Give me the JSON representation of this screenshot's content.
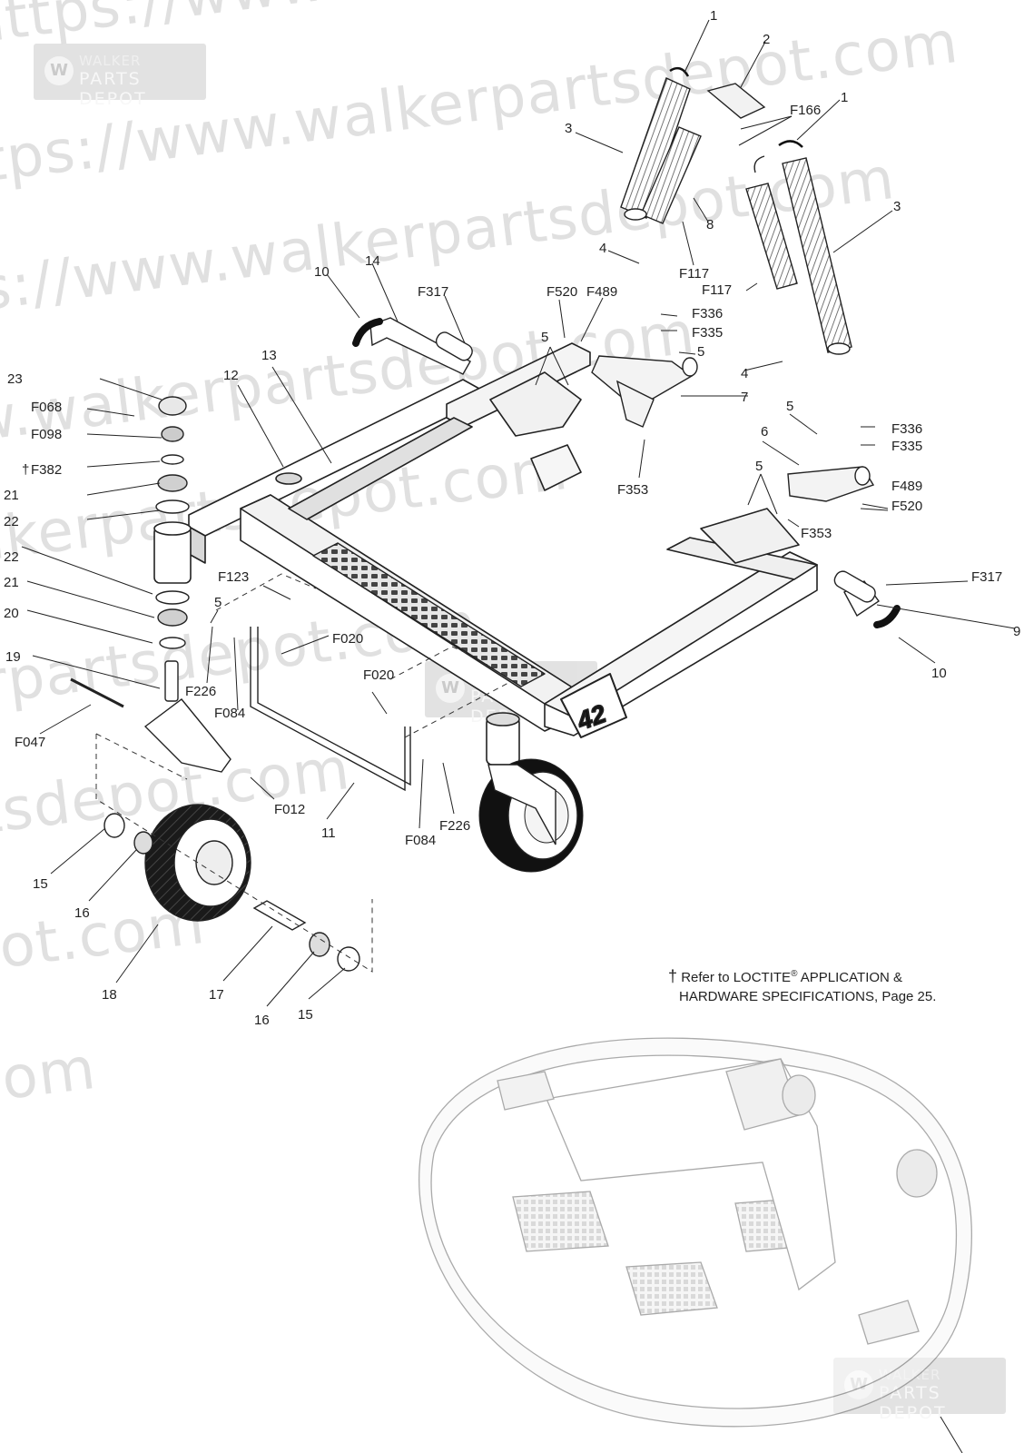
{
  "watermark": {
    "url_text": "https://www.walkerpartsdepot.com",
    "logo_line1": "WALKER",
    "logo_line2": "PARTS DEPOT",
    "logo_glyph": "W"
  },
  "diagram": {
    "deck_size_label": "42",
    "callouts": [
      "1",
      "2",
      "F166",
      "1",
      "3",
      "3",
      "8",
      "4",
      "F117",
      "F117",
      "10",
      "14",
      "F317",
      "F520",
      "F489",
      "F336",
      "F335",
      "5",
      "5",
      "23",
      "12",
      "13",
      "4",
      "7",
      "F068",
      "F098",
      "F382",
      "21",
      "22",
      "F353",
      "5",
      "6",
      "F336",
      "F335",
      "F489",
      "F520",
      "5",
      "F353",
      "F123",
      "22",
      "21",
      "20",
      "19",
      "5",
      "F020",
      "F317",
      "9",
      "10",
      "F226",
      "F084",
      "F020",
      "F047",
      "F012",
      "11",
      "F084",
      "F226",
      "15",
      "16",
      "18",
      "17",
      "16",
      "15"
    ],
    "dagger": "†"
  },
  "note": {
    "line1_dagger": "†",
    "line1_a": "Refer to LOCTITE",
    "line1_reg": "®",
    "line1_b": " APPLICATION &",
    "line2": "HARDWARE SPECIFICATIONS, Page 25."
  }
}
